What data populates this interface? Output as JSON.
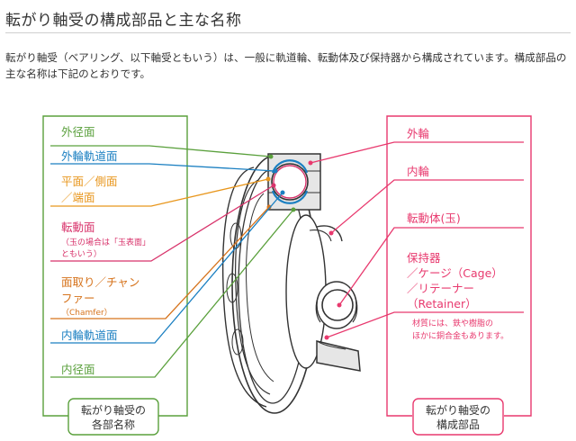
{
  "title": "転がり軸受の構成部品と主な名称",
  "intro": "転がり軸受（ベアリング、以下軸受ともいう）は、一般に軌道輪、転動体及び保持器から構成されています。構成部品の主な名称は下記のとおりです。",
  "left_panel": {
    "color": "#5aa03c",
    "caption_line1": "転がり軸受の",
    "caption_line2": "各部名称",
    "labels": {
      "outer_diameter": "外径面",
      "outer_raceway": "外輪軌道面",
      "side_face_1": "平面／側面",
      "side_face_2": "／端面",
      "rolling_surface": "転動面",
      "rolling_note_1": "（玉の場合は「玉表面」",
      "rolling_note_2": "ともいう）",
      "chamfer_1": "面取り／チャン",
      "chamfer_2": "ファー",
      "chamfer_en": "（Chamfer）",
      "inner_raceway": "内輪軌道面",
      "inner_diameter": "内径面"
    },
    "label_colors": {
      "outer_diameter": "#5aa03c",
      "outer_raceway": "#1a7fc1",
      "side_face": "#e8961c",
      "rolling_surface": "#d8336b",
      "chamfer": "#d6731c",
      "inner_raceway": "#1a7fc1",
      "inner_diameter": "#5aa03c"
    }
  },
  "right_panel": {
    "color": "#e8396e",
    "caption_line1": "転がり軸受の",
    "caption_line2": "構成部品",
    "labels": {
      "outer_ring": "外輪",
      "inner_ring": "内輪",
      "rolling_element": "転動体(玉)",
      "cage_1": "保持器",
      "cage_2": "／ケージ（Cage）",
      "cage_3": "／リテーナー",
      "cage_4": "（Retainer）",
      "material_note_1": "材質には、鉄や樹脂の",
      "material_note_2": "ほかに銅合金もあります。"
    }
  }
}
